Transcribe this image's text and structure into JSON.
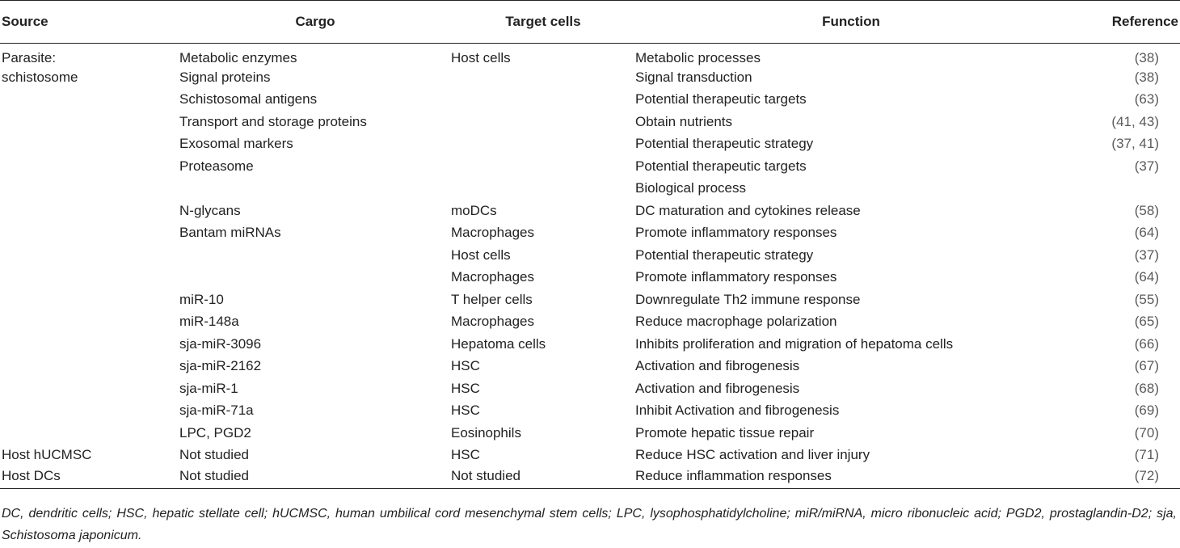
{
  "table": {
    "headers": {
      "source": "Source",
      "cargo": "Cargo",
      "target": "Target cells",
      "function": "Function",
      "reference": "Reference"
    },
    "rows": [
      {
        "source": "Parasite:",
        "cargo": "Metabolic enzymes",
        "target": "Host cells",
        "function": "Metabolic processes",
        "reference": "(38)"
      },
      {
        "source": "schistosome",
        "cargo": "Signal proteins",
        "target": "",
        "function": "Signal transduction",
        "reference": "(38)"
      },
      {
        "source": "",
        "cargo": "Schistosomal antigens",
        "target": "",
        "function": "Potential therapeutic targets",
        "reference": "(63)"
      },
      {
        "source": "",
        "cargo": "Transport and storage proteins",
        "target": "",
        "function": "Obtain nutrients",
        "reference": "(41, 43)"
      },
      {
        "source": "",
        "cargo": "Exosomal markers",
        "target": "",
        "function": "Potential therapeutic strategy",
        "reference": "(37, 41)"
      },
      {
        "source": "",
        "cargo": "Proteasome",
        "target": "",
        "function": "Potential therapeutic targets",
        "reference": "(37)"
      },
      {
        "source": "",
        "cargo": "",
        "target": "",
        "function": "Biological process",
        "reference": ""
      },
      {
        "source": "",
        "cargo": "N-glycans",
        "target": "moDCs",
        "function": "DC maturation and cytokines release",
        "reference": "(58)"
      },
      {
        "source": "",
        "cargo": "Bantam miRNAs",
        "target": "Macrophages",
        "function": "Promote inflammatory responses",
        "reference": "(64)"
      },
      {
        "source": "",
        "cargo": "",
        "target": "Host cells",
        "function": "Potential therapeutic strategy",
        "reference": "(37)"
      },
      {
        "source": "",
        "cargo": "",
        "target": "Macrophages",
        "function": "Promote inflammatory responses",
        "reference": "(64)"
      },
      {
        "source": "",
        "cargo": "miR-10",
        "target": "T helper cells",
        "function": "Downregulate Th2 immune response",
        "reference": "(55)"
      },
      {
        "source": "",
        "cargo": "miR-148a",
        "target": "Macrophages",
        "function": "Reduce macrophage polarization",
        "reference": "(65)"
      },
      {
        "source": "",
        "cargo": "sja-miR-3096",
        "target": "Hepatoma cells",
        "function": "Inhibits proliferation and migration of hepatoma cells",
        "reference": "(66)"
      },
      {
        "source": "",
        "cargo": "sja-miR-2162",
        "target": "HSC",
        "function": "Activation and fibrogenesis",
        "reference": "(67)"
      },
      {
        "source": "",
        "cargo": "sja-miR-1",
        "target": "HSC",
        "function": "Activation and fibrogenesis",
        "reference": "(68)"
      },
      {
        "source": "",
        "cargo": "sja-miR-71a",
        "target": "HSC",
        "function": "Inhibit Activation and fibrogenesis",
        "reference": "(69)"
      },
      {
        "source": "",
        "cargo": "LPC, PGD2",
        "target": "Eosinophils",
        "function": "Promote hepatic tissue repair",
        "reference": "(70)"
      },
      {
        "source": "Host hUCMSC",
        "cargo": "Not studied",
        "target": "HSC",
        "function": "Reduce HSC activation and liver injury",
        "reference": "(71)"
      },
      {
        "source": "Host DCs",
        "cargo": "Not studied",
        "target": "Not studied",
        "function": "Reduce inflammation responses",
        "reference": "(72)"
      }
    ]
  },
  "footnote": "DC, dendritic cells; HSC, hepatic stellate cell; hUCMSC, human umbilical cord mesenchymal stem cells; LPC, lysophosphatidylcholine; miR/miRNA, micro ribonucleic acid; PGD2, prostaglandin-D2; sja, Schistosoma japonicum."
}
